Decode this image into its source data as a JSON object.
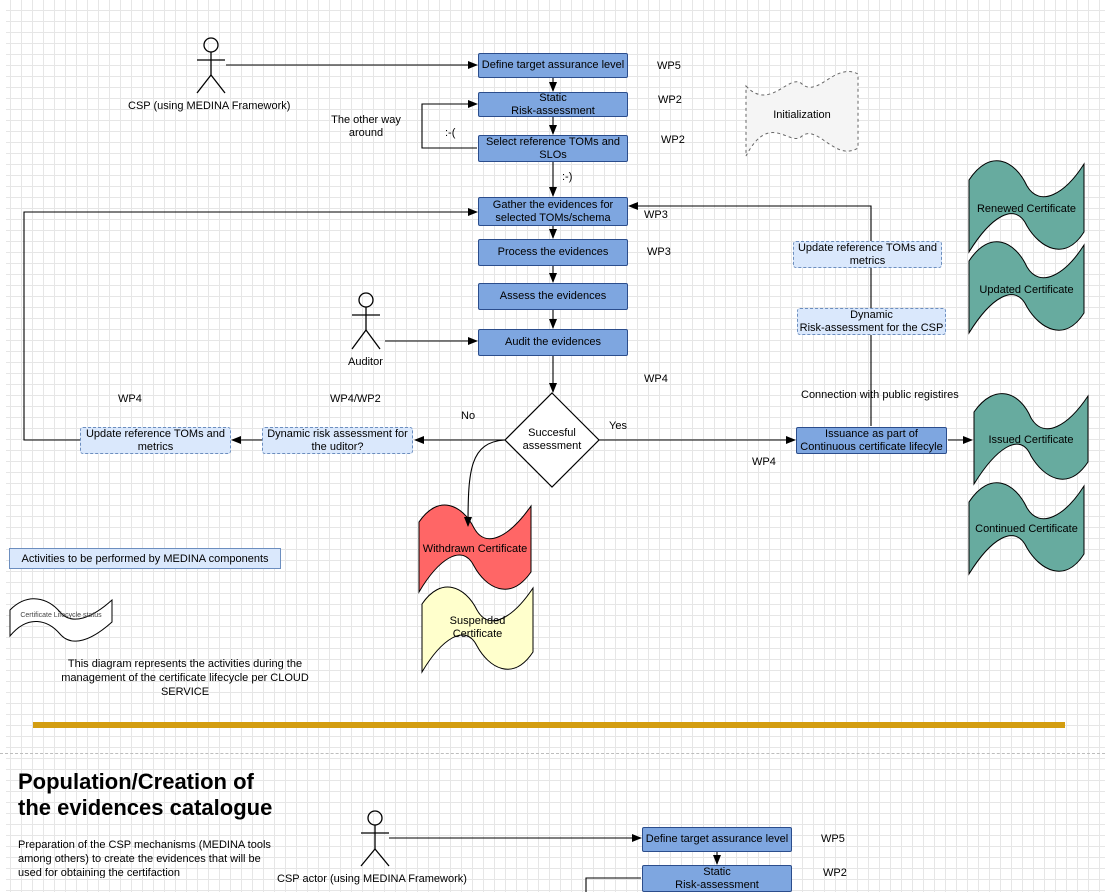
{
  "actors": {
    "csp": "CSP (using MEDINA Framework)",
    "auditor": "Auditor",
    "csp_actor": "CSP actor (using MEDINA Framework)"
  },
  "steps": {
    "define_target": "Define target assurance level",
    "static_risk_1": "Static",
    "static_risk_2": "Risk-assessment",
    "select_toms_1": "Select reference TOMs and",
    "select_toms_2": "SLOs",
    "gather_1": "Gather the evidences for",
    "gather_2": "selected TOMs/schema",
    "process": "Process the evidences",
    "assess": "Assess the evidences",
    "audit": "Audit the evidences",
    "decision_1": "Succesful",
    "decision_2": "assessment",
    "issuance_1": "Issuance as part of",
    "issuance_2": "Continuous certificate lifecyle"
  },
  "dashed_boxes": {
    "update_right_1": "Update reference TOMs and",
    "update_right_2": "metrics",
    "dynamic_csp_1": "Dynamic",
    "dynamic_csp_2": "Risk-assessment for the CSP",
    "update_left_1": "Update reference TOMs and",
    "update_left_2": "metrics",
    "dynamic_auditor_1": "Dynamic risk assessment for",
    "dynamic_auditor_2": "the uditor?"
  },
  "wp_labels": {
    "define": "WP5",
    "static": "WP2",
    "select": "WP2",
    "gather": "WP3",
    "process": "WP3",
    "audit": "WP4",
    "left": "WP4",
    "middle": "WP4/WP2",
    "issuance": "WP4",
    "bottom_define": "WP5",
    "bottom_static": "WP2"
  },
  "notes": {
    "other_way_1": "The other way",
    "other_way_2": "around",
    "sad": ":-(",
    "happy": ":-)",
    "no": "No",
    "yes": "Yes",
    "public_registries": "Connection with public registires",
    "initialization": "Initialization"
  },
  "certificates": {
    "renewed": "Renewed Certificate",
    "updated": "Updated Certificate",
    "issued": "Issued Certificate",
    "continued": "Continued Certificate",
    "withdrawn": "Withdrawn Certificate",
    "suspended_1": "Suspended",
    "suspended_2": "Certificate"
  },
  "legend": {
    "activities": "Activities to be performed by MEDINA components",
    "lifecycle_status": "Certificate Lifecycle status"
  },
  "description": {
    "line1": "This diagram  represents the activities during the",
    "line2": "management of the certificate lifecycle per CLOUD",
    "line3": "SERVICE"
  },
  "section2": {
    "title_1": "Population/Creation of",
    "title_2": "the evidences catalogue",
    "para_1": "Preparation of the CSP mechanisms (MEDINA tools",
    "para_2": "among others) to create the evidences that will be",
    "para_3": "used for obtaining the certifaction",
    "define_target": "Define target assurance level",
    "static_1": "Static",
    "static_2": "Risk-assessment"
  },
  "colors": {
    "activity_fill": "#7ea6e0",
    "dashed_fill": "#dae8fc",
    "certificate_green": "#67ab9f",
    "withdrawn_red": "#ff6666",
    "suspended_yellow": "#ffffcc",
    "separator_gold": "#d39d10"
  }
}
